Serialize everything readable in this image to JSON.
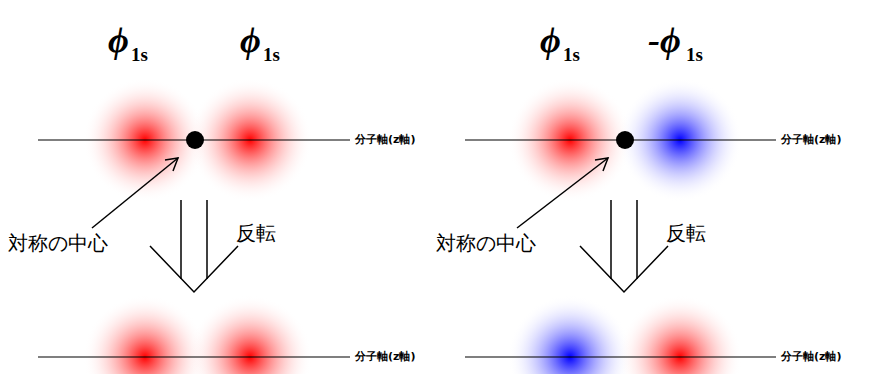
{
  "diagram": {
    "labels": [
      "ϕ",
      "1s",
      "ϕ",
      "1s",
      "分子軸(z軸)",
      "対称の中心",
      "反転",
      "分子軸(z軸)",
      "ϕ",
      "1s",
      "-ϕ",
      "1s",
      "分子軸(z軸)",
      "対称の中心",
      "反転",
      "分子軸(z軸)"
    ]
  }
}
